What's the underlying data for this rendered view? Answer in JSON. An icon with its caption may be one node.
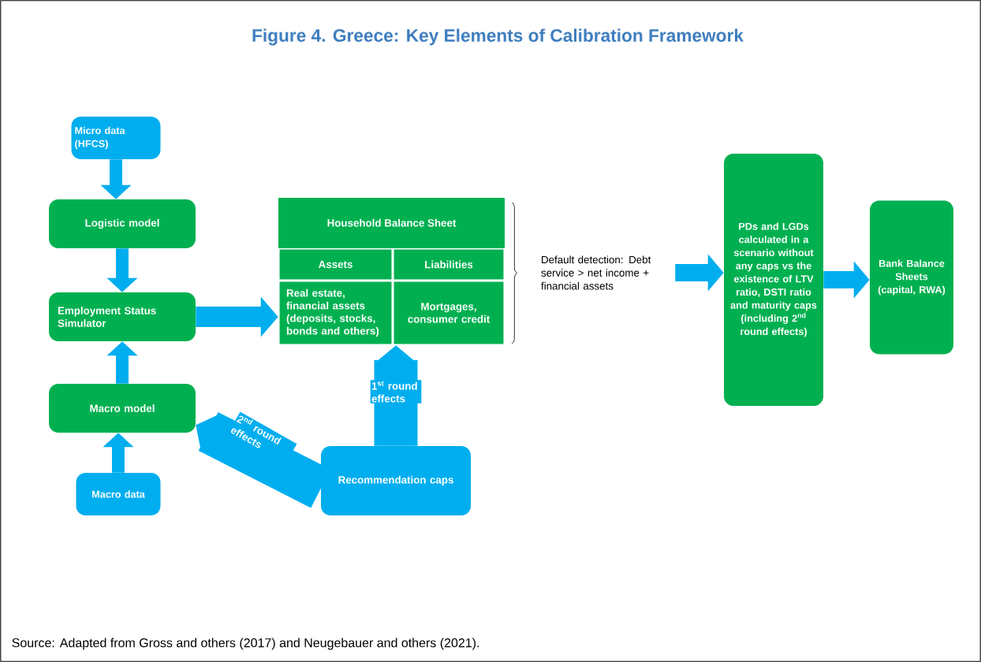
{
  "diagram": {
    "title": "Figure 4. Greece: Key Elements of Calibration Framework",
    "caption": "Source: Adapted from Gross and others (2017) and Neugebauer and others (2021).",
    "nodes": [
      {
        "text": [
          "Micro data (HFCS)"
        ]
      },
      {
        "text": [
          "Logistic model"
        ]
      },
      {
        "text": [
          "Employment Status Simulator"
        ]
      },
      {
        "text": [
          "Macro model"
        ]
      },
      {
        "text": [
          "Macro data"
        ]
      },
      {
        "text": [
          "Household Balance Sheet"
        ]
      },
      {
        "text": [
          "Assets"
        ],
        "in": 5
      },
      {
        "text": [
          "Liabilities"
        ],
        "in": 5
      },
      {
        "text": [
          "Real estate, financial assets (deposits, stocks, bonds and others)"
        ],
        "in": 5
      },
      {
        "text": [
          "Mortgages, consumer credit"
        ],
        "in": 5
      },
      {
        "text": [
          "Default detection: Debt service > net income + financial assets"
        ]
      },
      {
        "text": [
          "Recommendation caps"
        ]
      },
      {
        "text": [
          "PDs and LGDs calculated in a scenario without any caps vs the existence of LTV ratio, DSTI ratio and maturity caps (including 2$^{nd}$ round effects)"
        ]
      },
      {
        "text": [
          "Bank Balance Sheets (capital, RWA)"
        ]
      }
    ],
    "edges": [
      {
        "from": 0,
        "to": 1,
        "arrow": "to"
      },
      {
        "from": 1,
        "to": 2,
        "arrow": "to"
      },
      {
        "from": 4,
        "to": 3,
        "arrow": "to"
      },
      {
        "from": 3,
        "to": 2,
        "arrow": "to"
      },
      {
        "from": 2,
        "to": 5,
        "arrow": "to"
      },
      {
        "from": 10,
        "to": 12,
        "arrow": "to"
      },
      {
        "from": 12,
        "to": 13,
        "arrow": "to"
      },
      {
        "from": 11,
        "to": 5,
        "arrow": "to",
        "label": "1$^{st}$ round effects",
        "style": "thick"
      },
      {
        "from": 11,
        "to": 3,
        "arrow": "to",
        "label": "2$^{nd}$ round effects",
        "style": "thick"
      }
    ]
  }
}
